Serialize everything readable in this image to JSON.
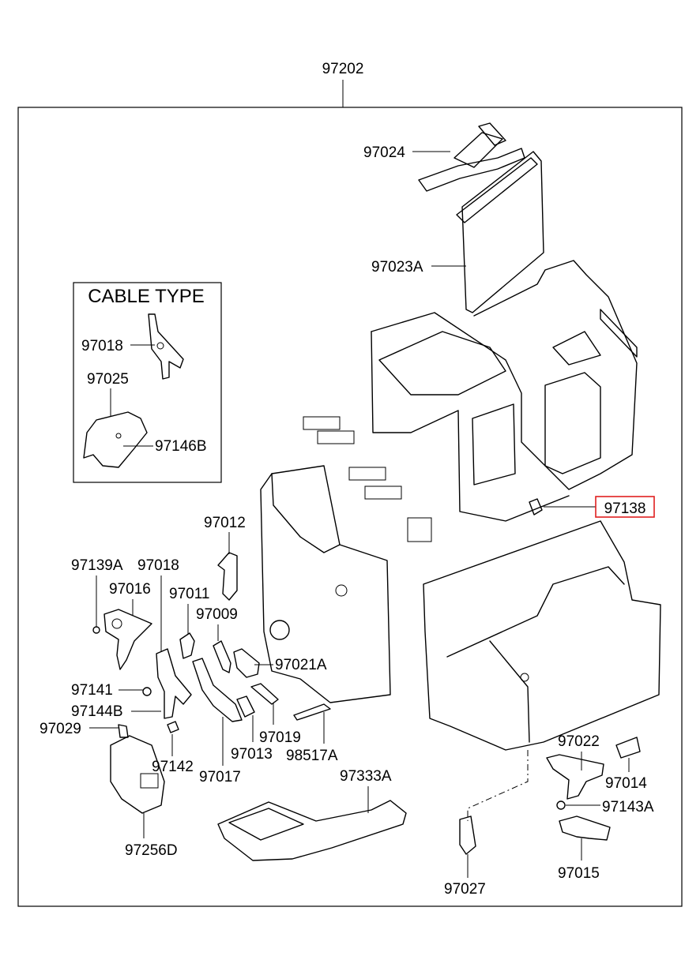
{
  "main_label": "97202",
  "inset_title": "CABLE TYPE",
  "inset_labels": [
    "97018",
    "97025",
    "97146B"
  ],
  "highlight": {
    "label": "97138",
    "color": "#e02020"
  },
  "labels": {
    "p97024": "97024",
    "p97023A": "97023A",
    "p97012": "97012",
    "p97139A": "97139A",
    "p97018": "97018",
    "p97016": "97016",
    "p97011": "97011",
    "p97009": "97009",
    "p97021A": "97021A",
    "p97141": "97141",
    "p97144B": "97144B",
    "p97029": "97029",
    "p97142": "97142",
    "p97017": "97017",
    "p97013": "97013",
    "p97019": "97019",
    "p98517A": "98517A",
    "p97256D": "97256D",
    "p97333A": "97333A",
    "p97022": "97022",
    "p97014": "97014",
    "p97143A": "97143A",
    "p97015": "97015",
    "p97027": "97027"
  }
}
